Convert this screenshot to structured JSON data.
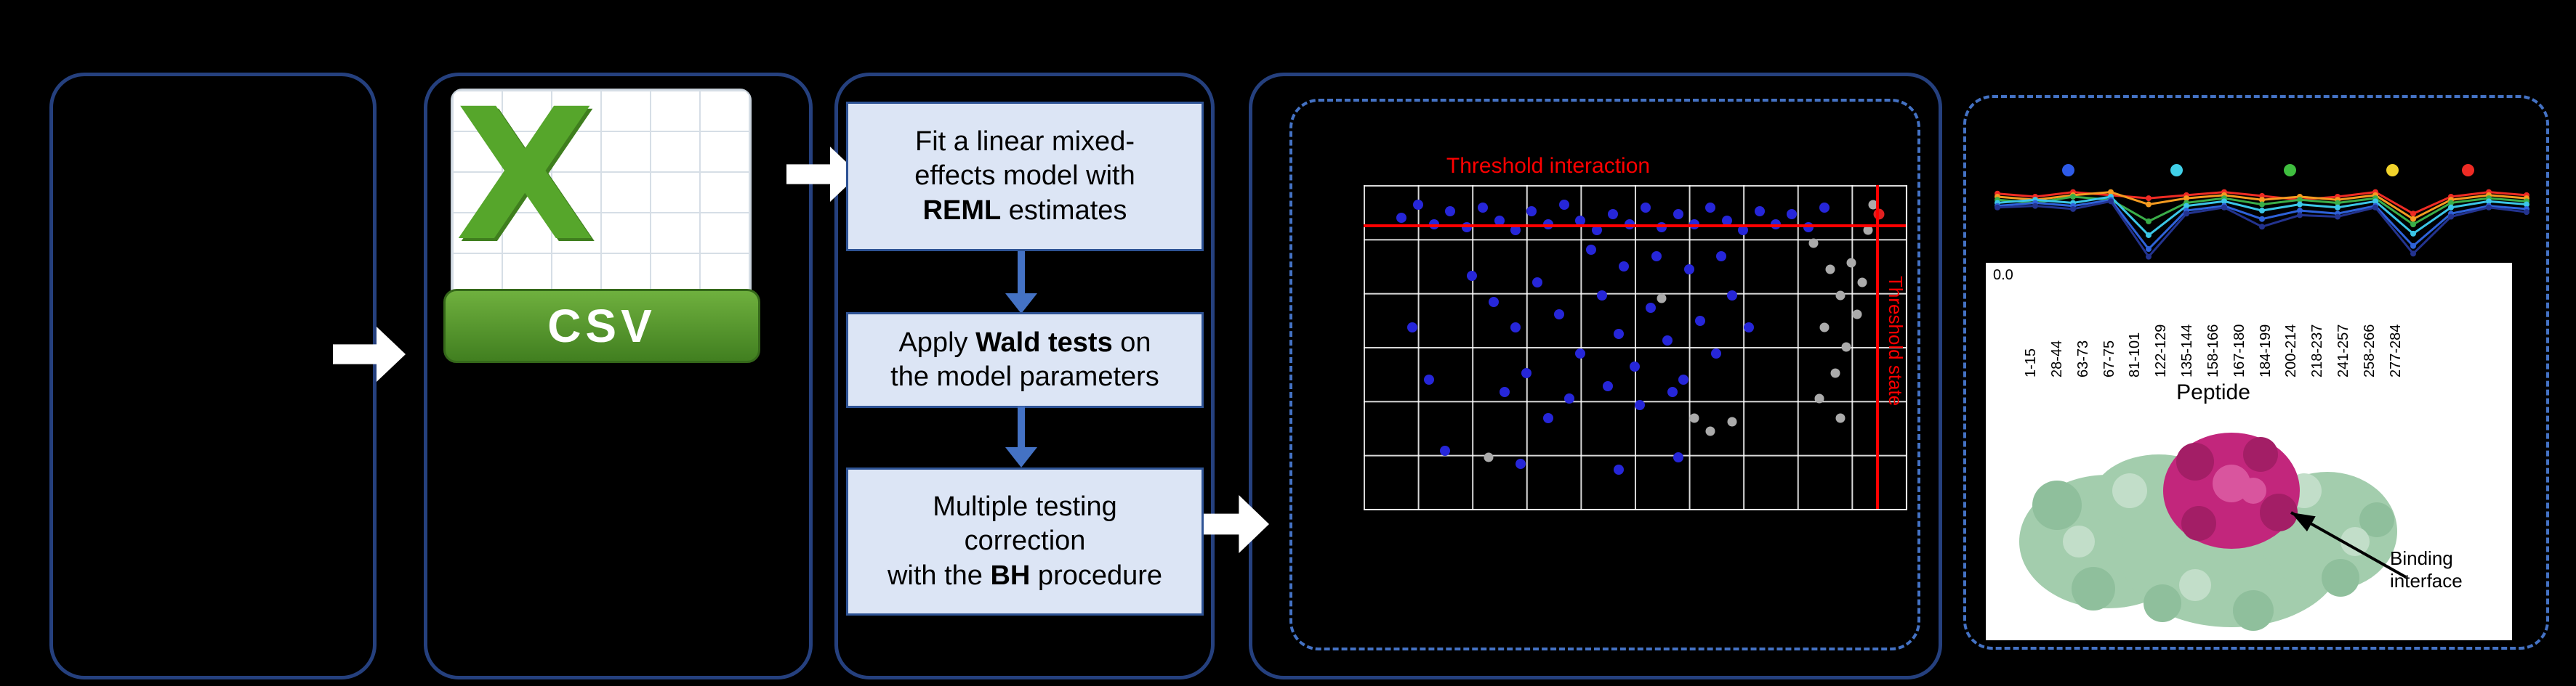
{
  "figure": {
    "csv_icon": {
      "letter": "X",
      "label": "CSV"
    },
    "flowchart": {
      "boxes": [
        {
          "lines": [
            [
              {
                "t": "Fit a linear mixed-"
              }
            ],
            [
              {
                "t": "effects model with"
              }
            ],
            [
              {
                "t": "REML",
                "b": true
              },
              {
                "t": " estimates"
              }
            ]
          ]
        },
        {
          "lines": [
            [
              {
                "t": "Apply "
              },
              {
                "t": "Wald tests",
                "b": true
              },
              {
                "t": " on"
              }
            ],
            [
              {
                "t": "the model parameters"
              }
            ]
          ]
        },
        {
          "lines": [
            [
              {
                "t": "Multiple testing"
              }
            ],
            [
              {
                "t": "correction"
              }
            ],
            [
              {
                "t": "with the "
              },
              {
                "t": "BH",
                "b": true
              },
              {
                "t": " procedure"
              }
            ]
          ]
        }
      ]
    },
    "interaction_plot": {
      "type": "scatter",
      "title": "Threshold interaction",
      "side_label": "Threshold state",
      "grid": {
        "cols": 10,
        "rows": 6
      },
      "threshold_h_pct": 12,
      "threshold_v_pct": 94.5,
      "colors": {
        "threshold": "#FF0000",
        "dot_blue": "#2626D9",
        "dot_gray": "#ABABAB",
        "grid": "#FFFFFF"
      },
      "dots_blue": [
        [
          7,
          10
        ],
        [
          10,
          6
        ],
        [
          13,
          12
        ],
        [
          16,
          8
        ],
        [
          19,
          13
        ],
        [
          22,
          7
        ],
        [
          25,
          11
        ],
        [
          28,
          14
        ],
        [
          31,
          8
        ],
        [
          34,
          12
        ],
        [
          37,
          6
        ],
        [
          40,
          11
        ],
        [
          43,
          14
        ],
        [
          46,
          9
        ],
        [
          49,
          12
        ],
        [
          52,
          7
        ],
        [
          55,
          13
        ],
        [
          58,
          9
        ],
        [
          61,
          12
        ],
        [
          64,
          7
        ],
        [
          67,
          11
        ],
        [
          70,
          14
        ],
        [
          73,
          8
        ],
        [
          76,
          12
        ],
        [
          79,
          9
        ],
        [
          82,
          13
        ],
        [
          85,
          7
        ],
        [
          20,
          28
        ],
        [
          24,
          36
        ],
        [
          28,
          44
        ],
        [
          32,
          30
        ],
        [
          36,
          40
        ],
        [
          40,
          52
        ],
        [
          44,
          34
        ],
        [
          47,
          46
        ],
        [
          50,
          56
        ],
        [
          53,
          38
        ],
        [
          56,
          48
        ],
        [
          59,
          60
        ],
        [
          62,
          42
        ],
        [
          65,
          52
        ],
        [
          68,
          34
        ],
        [
          71,
          44
        ],
        [
          45,
          62
        ],
        [
          38,
          66
        ],
        [
          51,
          68
        ],
        [
          57,
          64
        ],
        [
          30,
          58
        ],
        [
          26,
          64
        ],
        [
          34,
          72
        ],
        [
          48,
          25
        ],
        [
          54,
          22
        ],
        [
          60,
          26
        ],
        [
          66,
          22
        ],
        [
          42,
          20
        ],
        [
          15,
          82
        ],
        [
          29,
          86
        ],
        [
          47,
          88
        ],
        [
          58,
          84
        ],
        [
          12,
          60
        ],
        [
          9,
          44
        ]
      ],
      "dots_gray": [
        [
          83,
          18
        ],
        [
          86,
          26
        ],
        [
          88,
          34
        ],
        [
          85,
          44
        ],
        [
          89,
          50
        ],
        [
          87,
          58
        ],
        [
          90,
          24
        ],
        [
          84,
          66
        ],
        [
          88,
          72
        ],
        [
          91,
          40
        ],
        [
          93,
          14
        ],
        [
          92,
          30
        ],
        [
          61,
          72
        ],
        [
          64,
          76
        ],
        [
          68,
          73
        ],
        [
          55,
          35
        ],
        [
          23,
          84
        ],
        [
          94,
          6
        ]
      ],
      "dots_red": [
        [
          95,
          9
        ]
      ]
    },
    "uptake_plot": {
      "type": "line",
      "categories": [
        "1-15",
        "28-44",
        "63-73",
        "67-75",
        "81-101",
        "122-129",
        "135-144",
        "158-166",
        "167-180",
        "184-199",
        "200-214",
        "218-237",
        "241-257",
        "258-266",
        "277-284"
      ],
      "series": [
        {
          "name": "red",
          "color": "#EE2B24",
          "values": [
            0.88,
            0.84,
            0.9,
            0.86,
            0.82,
            0.86,
            0.9,
            0.85,
            0.8,
            0.84,
            0.9,
            0.62,
            0.84,
            0.9,
            0.86
          ]
        },
        {
          "name": "orange",
          "color": "#F59B20",
          "values": [
            0.84,
            0.8,
            0.86,
            0.9,
            0.74,
            0.82,
            0.86,
            0.8,
            0.84,
            0.8,
            0.86,
            0.55,
            0.8,
            0.86,
            0.82
          ]
        },
        {
          "name": "green",
          "color": "#3AAE49",
          "values": [
            0.8,
            0.76,
            0.84,
            0.8,
            0.52,
            0.76,
            0.82,
            0.74,
            0.8,
            0.76,
            0.82,
            0.48,
            0.76,
            0.82,
            0.78
          ]
        },
        {
          "name": "cyan",
          "color": "#3BC6E8",
          "values": [
            0.76,
            0.8,
            0.76,
            0.84,
            0.34,
            0.72,
            0.78,
            0.66,
            0.74,
            0.7,
            0.78,
            0.36,
            0.7,
            0.78,
            0.74
          ]
        },
        {
          "name": "blue",
          "color": "#2E62D9",
          "values": [
            0.72,
            0.76,
            0.72,
            0.8,
            0.16,
            0.66,
            0.72,
            0.55,
            0.66,
            0.62,
            0.72,
            0.2,
            0.62,
            0.72,
            0.68
          ]
        },
        {
          "name": "navy",
          "color": "#23338F",
          "values": [
            0.7,
            0.72,
            0.68,
            0.78,
            0.06,
            0.62,
            0.7,
            0.45,
            0.6,
            0.58,
            0.7,
            0.1,
            0.58,
            0.7,
            0.64
          ]
        }
      ],
      "legend_dot_colors": [
        "#2E5BE8",
        "#41D0E8",
        "#3FBE3F",
        "#F2D32B",
        "#EE2B24"
      ],
      "legend_dot_x": [
        13,
        33,
        54,
        73,
        87
      ],
      "y_tick": "0.0",
      "xlabel": "Peptide"
    },
    "protein": {
      "annotation": "Binding interface"
    }
  }
}
